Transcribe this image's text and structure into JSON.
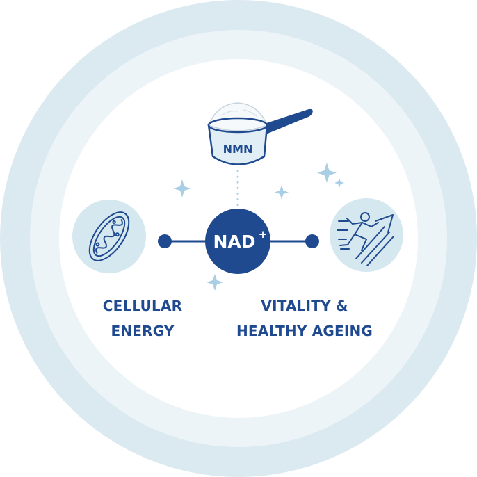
{
  "diagram": {
    "source_label": "NMN",
    "center_label": "NAD",
    "center_superscript": "+",
    "left_label_line1": "CELLULAR",
    "left_label_line2": "ENERGY",
    "right_label_line1": "VITALITY &",
    "right_label_line2": "HEALTHY AGEING",
    "left_icon": "mitochondria-icon",
    "right_icon": "running-person-arrow-icon",
    "source_icon": "powder-scoop-icon"
  },
  "colors": {
    "navy": "#1f4a8f",
    "outer_ring": "#dbe9f0",
    "middle_ring": "#ecf4f8",
    "inner_fill": "#ffffff",
    "icon_circle": "#d5e7ef",
    "sparkle": "#a9cfe6",
    "dotted": "#a9cfe6"
  }
}
